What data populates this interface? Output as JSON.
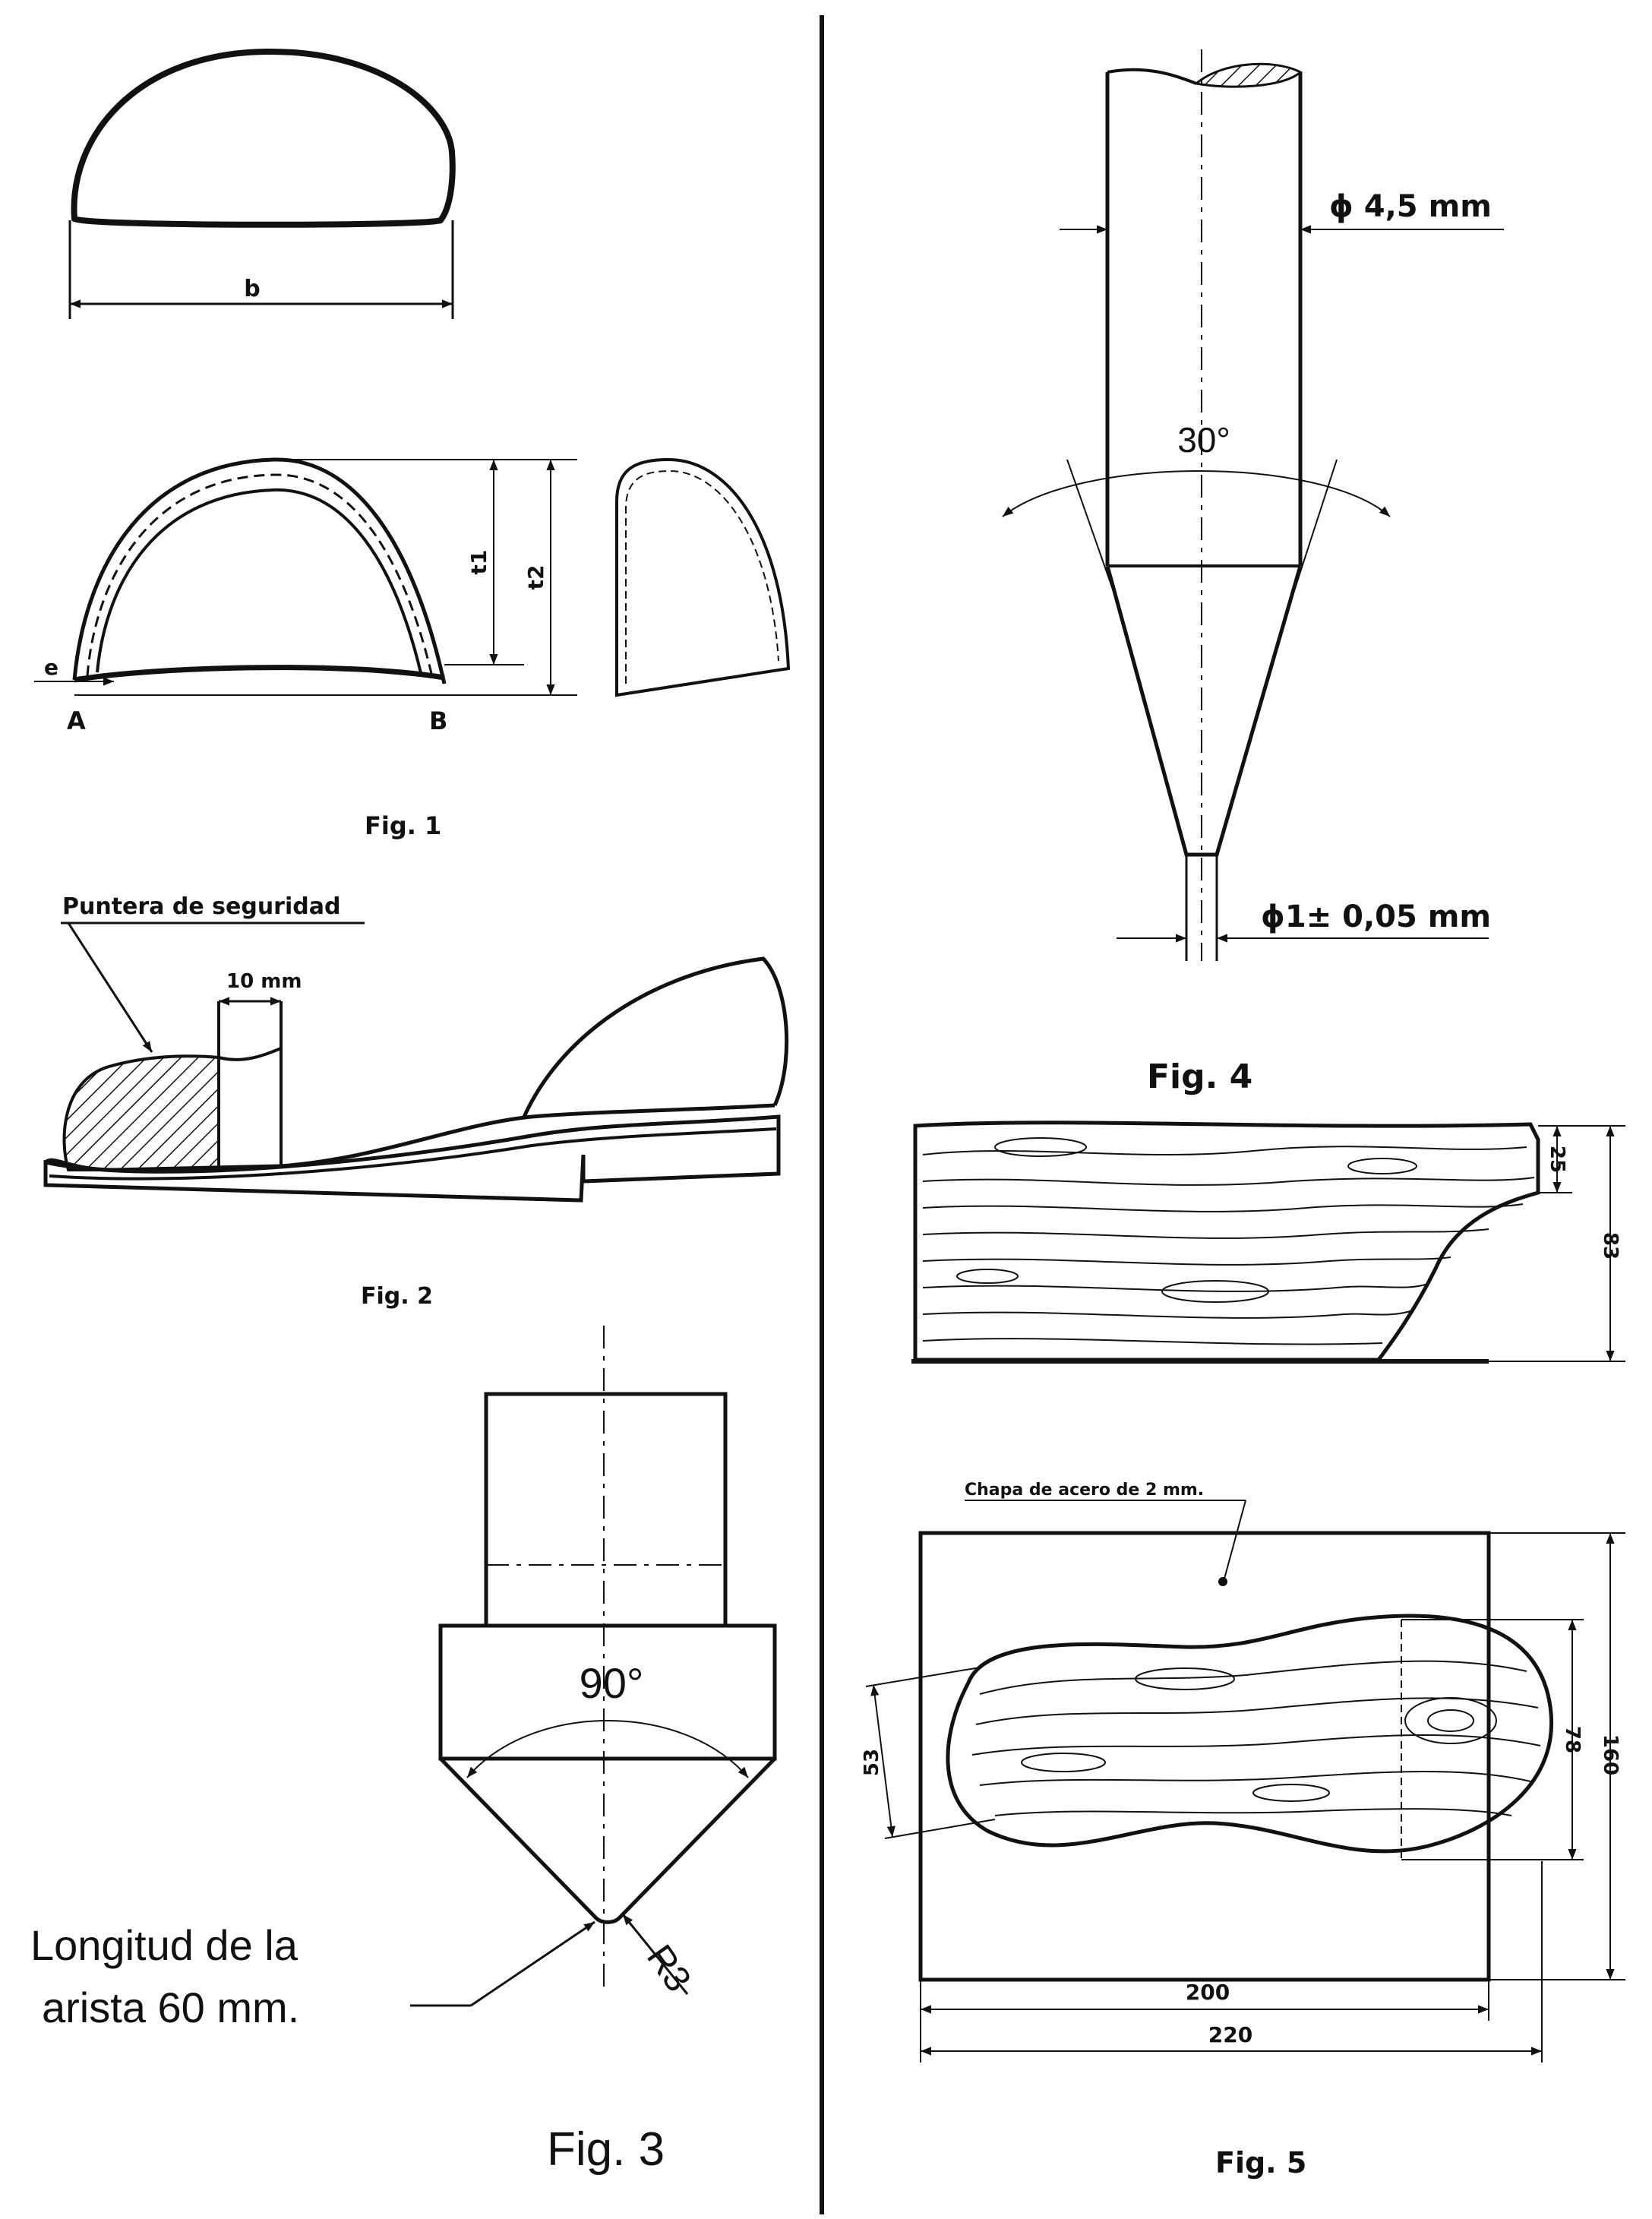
{
  "fig1": {
    "caption": "Fig. 1",
    "dim_b": "b",
    "dim_t1": "t1",
    "dim_t2": "t2",
    "dim_e": "e",
    "point_a": "A",
    "point_b": "B"
  },
  "fig2": {
    "caption": "Fig. 2",
    "label_puntera": "Puntera de seguridad",
    "dim_10mm": "10 mm"
  },
  "fig3": {
    "caption": "Fig. 3",
    "angle": "90°",
    "radius": "R3",
    "note_line1": "Longitud de la",
    "note_line2": "arista 60 mm."
  },
  "fig4": {
    "caption": "Fig. 4",
    "angle": "30°",
    "dia_top": "ϕ 4,5 mm",
    "dia_tip": "ϕ1± 0,05 mm"
  },
  "fig5": {
    "caption": "Fig. 5",
    "label_plate": "Chapa de acero de 2 mm.",
    "dim_25": "25",
    "dim_83": "83",
    "dim_53": "53",
    "dim_78": "78",
    "dim_160": "160",
    "dim_200": "200",
    "dim_220": "220"
  }
}
